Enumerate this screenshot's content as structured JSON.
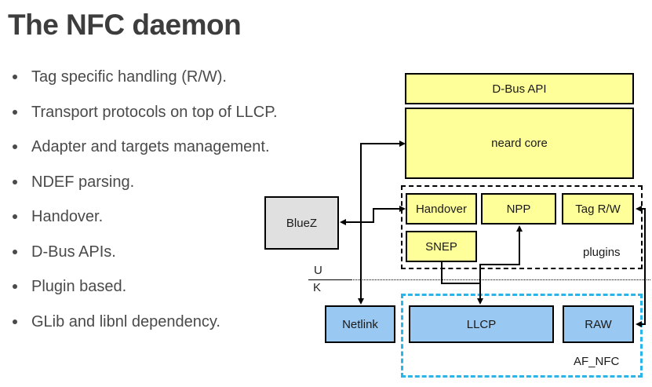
{
  "title": "The NFC daemon",
  "bullets": [
    "Tag specific handling (R/W).",
    "Transport protocols on top of LLCP.",
    "Adapter and targets management.",
    "NDEF parsing.",
    "Handover.",
    "D-Bus APIs.",
    "Plugin based.",
    "GLib and libnl dependency."
  ],
  "diagram": {
    "boxes": {
      "dbus_api": "D-Bus API",
      "neard_core": "neard core",
      "handover": "Handover",
      "npp": "NPP",
      "tag_rw": "Tag R/W",
      "snep": "SNEP",
      "bluez": "BlueZ",
      "netlink": "Netlink",
      "llcp": "LLCP",
      "raw": "RAW"
    },
    "labels": {
      "plugins": "plugins",
      "af_nfc": "AF_NFC",
      "userspace": "U",
      "kernel": "K"
    },
    "colors": {
      "component_yellow": "#ffff99",
      "socket_blue": "#99c9f2",
      "external_gray": "#e0e0e0",
      "af_nfc_border": "#29b4ea",
      "connector_black": "#000000"
    }
  }
}
